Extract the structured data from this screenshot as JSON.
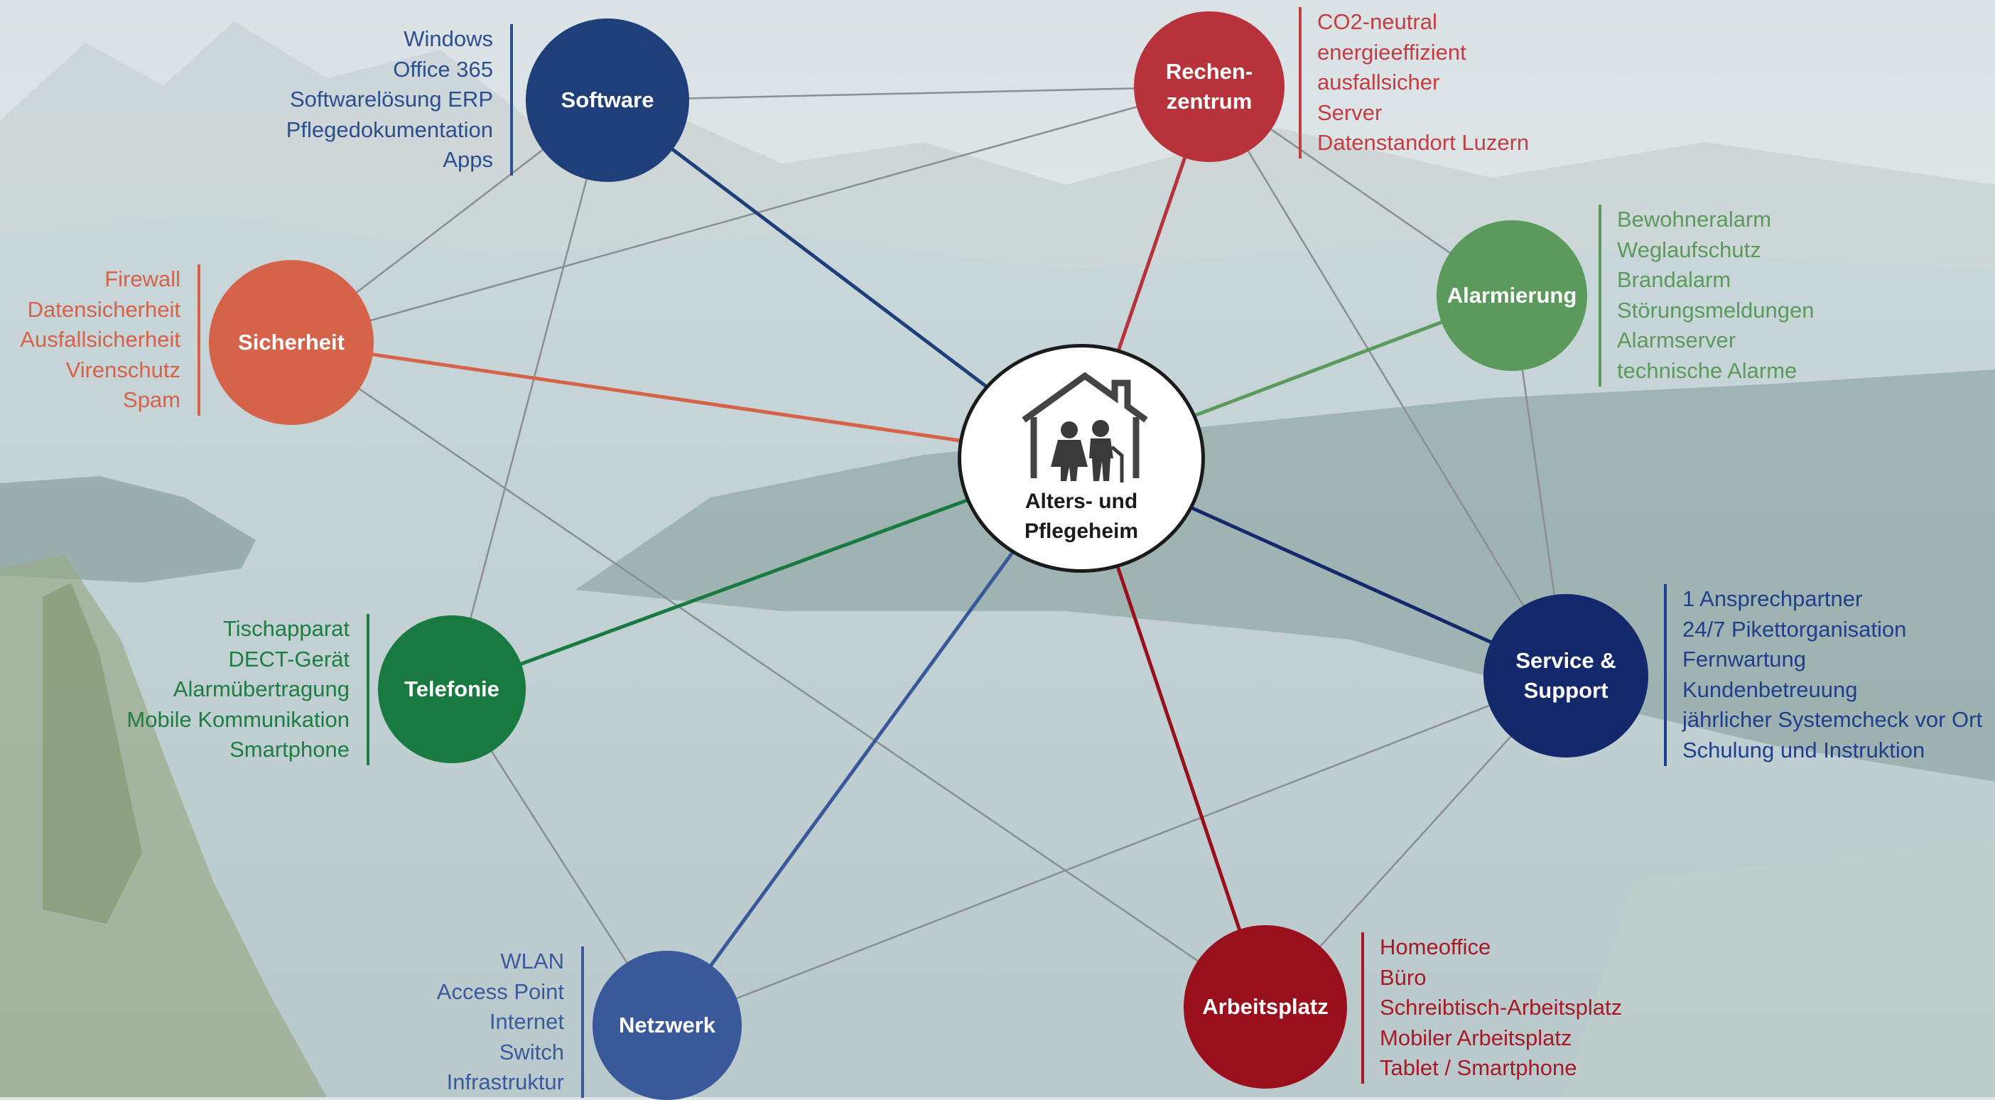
{
  "palette": {
    "software": "#1f3f7a",
    "rechenzentrum": "#b8323b",
    "alarmierung": "#5b9a5c",
    "service": "#13296b",
    "arbeitsplatz": "#990f1b",
    "netzwerk": "#39599a",
    "telefonie": "#187a40",
    "sicherheit": "#d4634a",
    "grey_link": "#8a8f92",
    "center_border": "#1b1b1b"
  },
  "center": {
    "label": "Alters- und\nPflegeheim",
    "icon": "senior-couple-house-icon"
  },
  "nodes": [
    {
      "id": "software",
      "label": "Software",
      "color": "#1f3f7a",
      "features": [
        "Windows",
        "Office 365",
        "Softwarelösung ERP",
        "Pflegedokumentation",
        "Apps"
      ]
    },
    {
      "id": "rechenzentrum",
      "label": "Rechen-\nzentrum",
      "color": "#b8323b",
      "features": [
        "CO2-neutral",
        "energieeffizient",
        "ausfallsicher",
        "Server",
        "Datenstandort Luzern"
      ]
    },
    {
      "id": "alarmierung",
      "label": "Alarmierung",
      "color": "#5b9a5c",
      "features": [
        "Bewohneralarm",
        "Weglaufschutz",
        "Brandalarm",
        "Störungsmeldungen",
        "Alarmserver",
        "technische Alarme"
      ]
    },
    {
      "id": "service",
      "label": "Service &\nSupport",
      "color": "#13296b",
      "features": [
        "1 Ansprechpartner",
        "24/7 Pikettorganisation",
        "Fernwartung",
        "Kundenbetreuung",
        "jährlicher Systemcheck vor Ort",
        "Schulung und Instruktion"
      ]
    },
    {
      "id": "arbeitsplatz",
      "label": "Arbeitsplatz",
      "color": "#990f1b",
      "features": [
        "Homeoffice",
        "Büro",
        "Schreibtisch-Arbeitsplatz",
        "Mobiler Arbeitsplatz",
        "Tablet / Smartphone"
      ]
    },
    {
      "id": "netzwerk",
      "label": "Netzwerk",
      "color": "#39599a",
      "features": [
        "WLAN",
        "Access Point",
        "Internet",
        "Switch",
        "Infrastruktur"
      ]
    },
    {
      "id": "telefonie",
      "label": "Telefonie",
      "color": "#187a40",
      "features": [
        "Tischapparat",
        "DECT-Gerät",
        "Alarmübertragung",
        "Mobile Kommunikation",
        "Smartphone"
      ]
    },
    {
      "id": "sicherheit",
      "label": "Sicherheit",
      "color": "#d4634a",
      "features": [
        "Firewall",
        "Datensicherheit",
        "Ausfallsicherheit",
        "Virenschutz",
        "Spam"
      ]
    }
  ],
  "grey_links": [
    [
      "software",
      "rechenzentrum"
    ],
    [
      "software",
      "sicherheit"
    ],
    [
      "software",
      "telefonie"
    ],
    [
      "rechenzentrum",
      "sicherheit"
    ],
    [
      "rechenzentrum",
      "alarmierung"
    ],
    [
      "rechenzentrum",
      "service"
    ],
    [
      "alarmierung",
      "service"
    ],
    [
      "service",
      "netzwerk"
    ],
    [
      "service",
      "arbeitsplatz"
    ],
    [
      "sicherheit",
      "arbeitsplatz"
    ],
    [
      "telefonie",
      "netzwerk"
    ]
  ]
}
